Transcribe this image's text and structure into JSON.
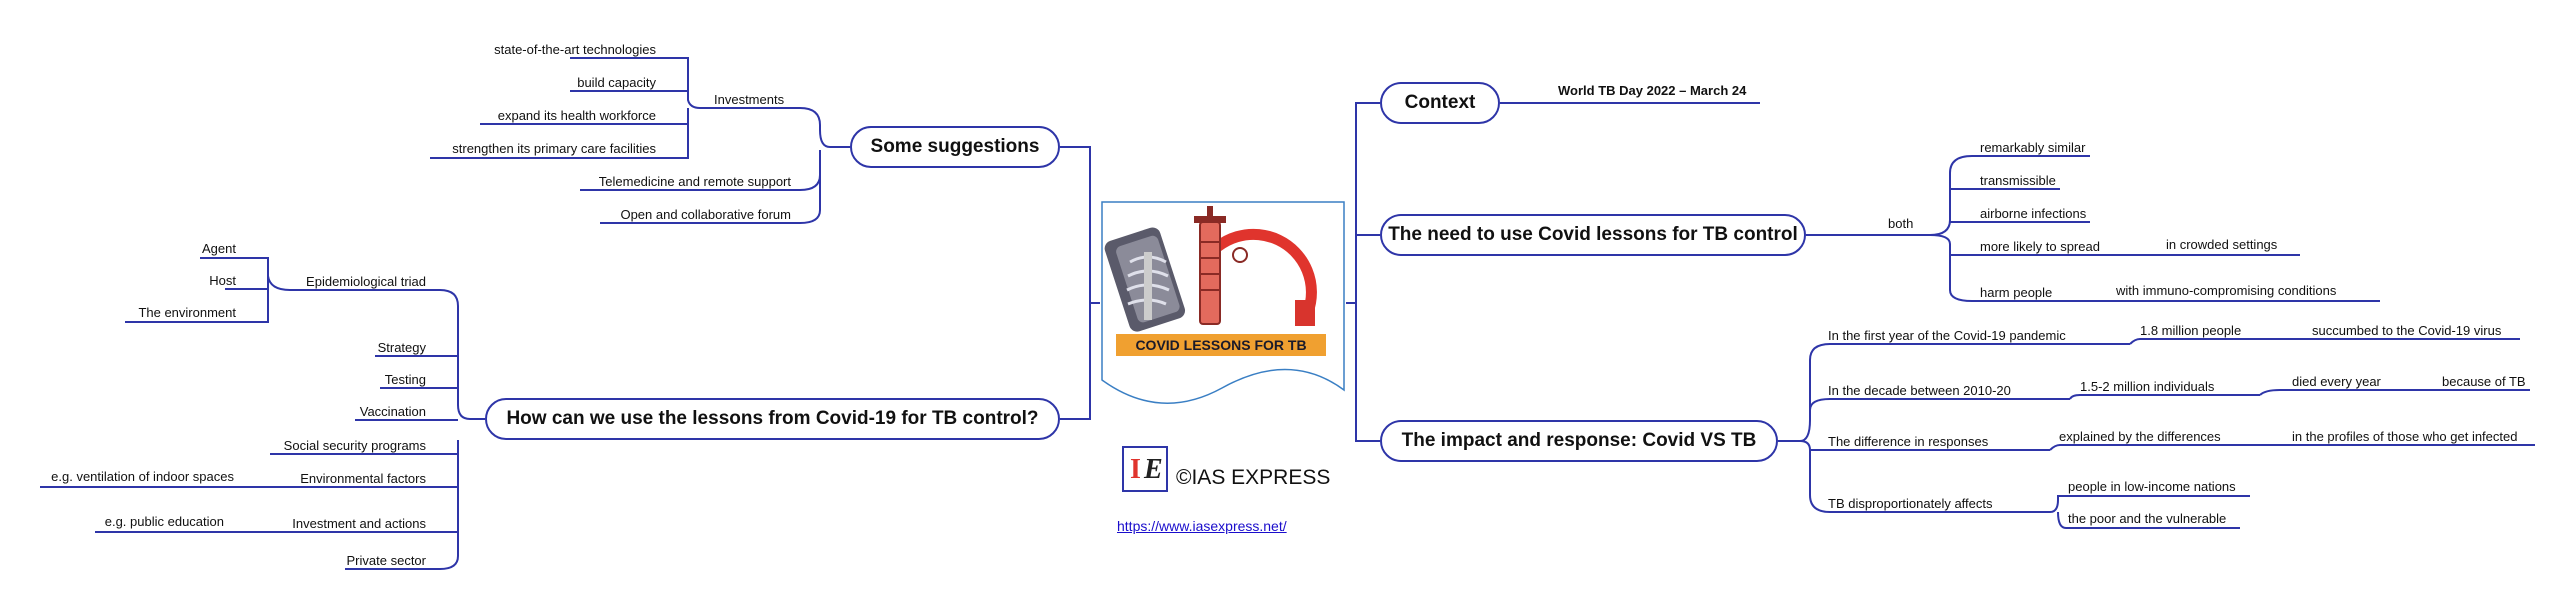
{
  "center": {
    "image_label": "COVID LESSONS FOR TB",
    "brand": "©IAS EXPRESS",
    "url": "https://www.iasexpress.net/",
    "logo_letters": [
      "I",
      "E"
    ],
    "logo_colors": {
      "accent": "#e0342d",
      "ink": "#222222"
    }
  },
  "colors": {
    "line": "#2e35a8",
    "label_band": "#f0a030"
  },
  "left": {
    "suggestions": {
      "title": "Some suggestions",
      "investments": {
        "label": "Investments",
        "items": [
          "state-of-the-art technologies",
          "build capacity",
          "expand its health workforce",
          "strengthen its primary care facilities"
        ]
      },
      "others": [
        "Telemedicine and remote support",
        "Open and collaborative forum"
      ]
    },
    "lessons": {
      "title": "How can we use the lessons from Covid-19 for TB control?",
      "triad": {
        "label": "Epidemiological triad",
        "items": [
          "Agent",
          "Host",
          "The environment"
        ]
      },
      "items": [
        "Strategy",
        "Testing",
        "Vaccination",
        "Social security programs"
      ],
      "environmental": {
        "label": "Environmental factors",
        "example": "e.g. ventilation of indoor spaces"
      },
      "investment": {
        "label": "Investment and actions",
        "example": "e.g. public education"
      },
      "private": "Private sector"
    }
  },
  "right": {
    "context": {
      "title": "Context",
      "detail": "World TB Day 2022 – March 24"
    },
    "need": {
      "title": "The need to use Covid lessons for TB control",
      "both": "both",
      "items": [
        "remarkably similar",
        "transmissible",
        "airborne infections",
        "more likely to spread",
        "harm people"
      ],
      "spread_detail": "in crowded settings",
      "harm_detail": "with immuno-compromising conditions"
    },
    "impact": {
      "title": "The impact and response: Covid VS TB",
      "first_year": {
        "label": "In the first year of the Covid-19 pandemic",
        "value": "1.8 million people",
        "detail": "succumbed to the Covid-19 virus"
      },
      "decade": {
        "label": "In the decade between 2010-20",
        "value": "1.5-2 million individuals",
        "detail": "died every year",
        "cause": "because of TB"
      },
      "difference": {
        "label": "The difference in responses",
        "value": "explained by the differences",
        "detail": "in the profiles of those who get infected"
      },
      "affects": {
        "label": "TB disproportionately affects",
        "items": [
          "people in low-income nations",
          "the poor and the vulnerable"
        ]
      }
    }
  }
}
